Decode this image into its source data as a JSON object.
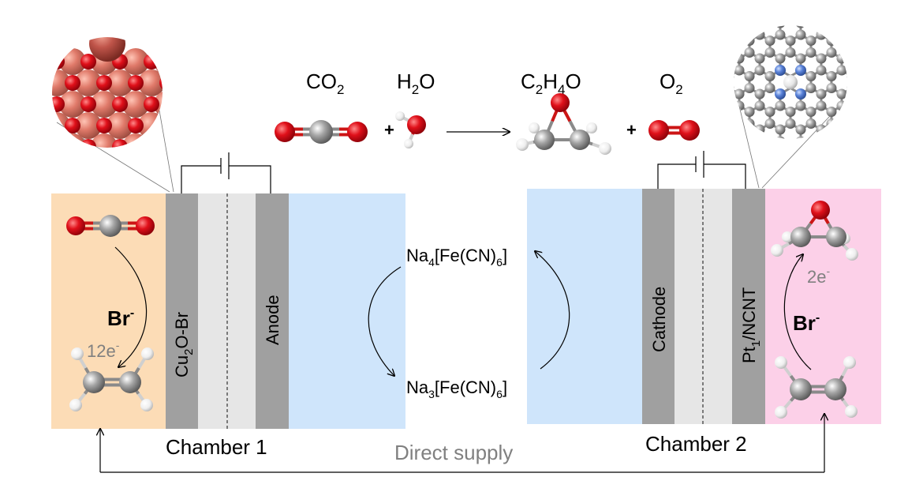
{
  "reaction": {
    "co2": {
      "base": "CO",
      "sub": "2"
    },
    "h2o": {
      "pre": "H",
      "sub": "2",
      "post": "O"
    },
    "c2h4o": {
      "a": "C",
      "s1": "2",
      "b": "H",
      "s2": "4",
      "c": "O"
    },
    "o2": {
      "base": "O",
      "sub": "2"
    },
    "plus": "+"
  },
  "chamber1": {
    "name": "Chamber 1",
    "electrode": {
      "a": "Cu",
      "sub": "2",
      "b": "O-Br"
    },
    "counter": "Anode",
    "mediator": {
      "base": "Br",
      "sup": "-"
    },
    "electrons": "12e",
    "electrons_sup": "-"
  },
  "chamber2": {
    "name": "Chamber 2",
    "electrode": {
      "a": "Pt",
      "sub": "1",
      "b": "/NCNT"
    },
    "counter": "Cathode",
    "mediator": {
      "base": "Br",
      "sup": "-"
    },
    "electrons": "2e",
    "electrons_sup": "-"
  },
  "redox": {
    "top": {
      "a": "Na",
      "sub1": "4",
      "b": "[Fe(CN)",
      "sub2": "6",
      "c": "]"
    },
    "bottom": {
      "a": "Na",
      "sub1": "3",
      "b": "[Fe(CN)",
      "sub2": "6",
      "c": "]"
    }
  },
  "supply": "Direct supply",
  "colors": {
    "chamber1_fill": "#fcdcb6",
    "chamber2_fill": "#fcd0e8",
    "electrolyte_fill": "#cfe5fb",
    "electrode_fill": "#a0a0a0",
    "membrane_fill": "#e6e6e6",
    "copper": "#e07a6a",
    "oxygen": "#e0101a",
    "carbon": "#9a9a9a",
    "nitrogen": "#5a82d8",
    "hydrogen": "#f0f0f0"
  }
}
